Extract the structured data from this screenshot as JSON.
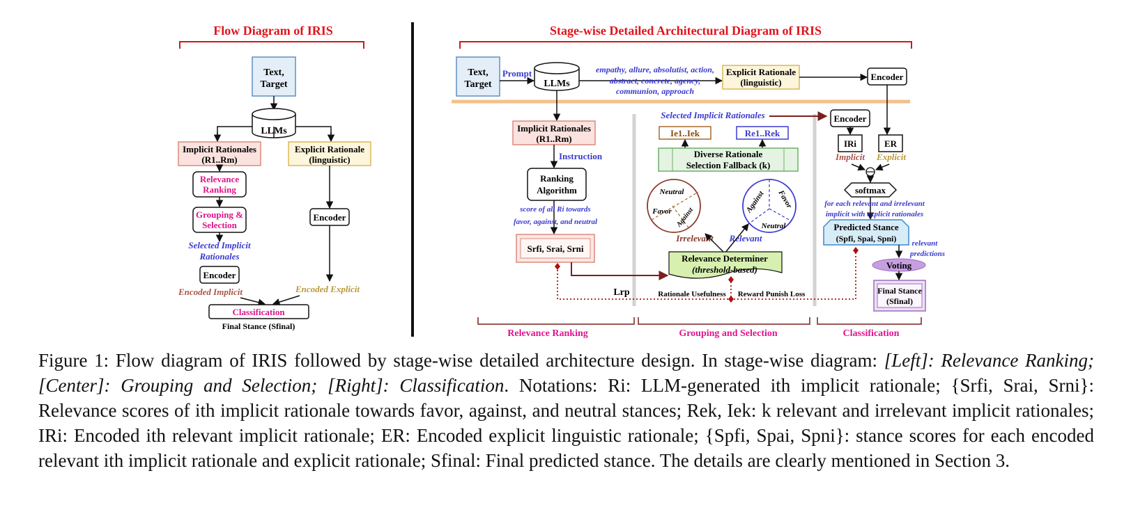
{
  "left": {
    "title": "Flow Diagram of IRIS",
    "text_target": [
      "Text,",
      "Target"
    ],
    "llms": "LLMs",
    "implicit": [
      "Implicit Rationales",
      "(R1..Rm)"
    ],
    "explicit": [
      "Explicit Rationale",
      "(linguistic)"
    ],
    "relevance_ranking": [
      "Relevance",
      "Ranking"
    ],
    "grouping": [
      "Grouping &",
      "Selection"
    ],
    "selected": [
      "Selected Implicit",
      "Rationales"
    ],
    "encoder_left": "Encoder",
    "encoder_right": "Encoder",
    "encoded_implicit": "Encoded Implicit",
    "encoded_explicit": "Encoded Explicit",
    "classification": "Classification",
    "final_stance": "Final Stance (Sfinal)"
  },
  "right": {
    "title": "Stage-wise Detailed Architectural Diagram of IRIS",
    "text_target": [
      "Text,",
      "Target"
    ],
    "prompt": "Prompt",
    "llms": "LLMs",
    "attributes": [
      "empathy, allure, absolutist, action,",
      "abstract, concrete, agency,",
      "communion, approach"
    ],
    "explicit": [
      "Explicit Rationale",
      "(linguistic)"
    ],
    "encoder_top": "Encoder",
    "implicit": [
      "Implicit Rationales",
      "(R1..Rm)"
    ],
    "instruction": "Instruction",
    "ranking": [
      "Ranking",
      "Algorithm"
    ],
    "score_text": [
      "score of   all Ri towards",
      "favor, against, and neutral"
    ],
    "scores": "Srfi, Srai, Srni",
    "selected_label": "Selected Implicit Rationales",
    "ie": "Ie1..Iek",
    "re": "Re1..Rek",
    "diverse": [
      "Diverse Rationale",
      "Selection Fallback (k)"
    ],
    "neutral": "Neutral",
    "favor": "Favor",
    "against": "Against",
    "irrelevant": "Irrelevant",
    "relevant": "Relevant",
    "determiner": [
      "Relevance Determiner",
      "(threshold-based)"
    ],
    "lrp": "Lrp",
    "rationale_usefulness": "Rationale Usefulness",
    "reward_punish": "Reward Punish Loss",
    "encoder_mid": "Encoder",
    "ir": "IRi",
    "er": "ER",
    "implicit_label": "Implicit",
    "explicit_label": "Explicit",
    "softmax": "softmax",
    "for_each": [
      "for each relevant and irrelevant",
      "implicit with    explicit    rationales"
    ],
    "predicted": [
      "Predicted Stance",
      "(Spfi, Spai, Spni)"
    ],
    "relevant_predictions": [
      "relevant",
      "predictions"
    ],
    "voting": "Voting",
    "final": [
      "Final Stance",
      "(Sfinal)"
    ],
    "stage1": "Relevance Ranking",
    "stage2": "Grouping and Selection",
    "stage3": "Classification"
  },
  "caption": {
    "p1": "Figure 1: Flow diagram of IRIS followed by stage-wise detailed architecture design. In stage-wise diagram: ",
    "p1_it": "[Left]: Relevance Ranking; [Center]: Grouping and Selection; [Right]: Classification",
    "p2": ". Notations: Ri: LLM-generated ith implicit rationale; {Srfi, Srai, Srni}: Relevance scores of ith implicit rationale towards favor, against, and neutral stances; Rek, Iek: k relevant and irrelevant implicit rationales; IRi: Encoded ith relevant implicit rationale; ER: Encoded explicit linguistic rationale; {Spfi, Spai, Spni}: stance scores for each encoded relevant ith implicit rationale and explicit rationale; Sfinal: Final predicted stance. The details are clearly mentioned in Section 3."
  }
}
